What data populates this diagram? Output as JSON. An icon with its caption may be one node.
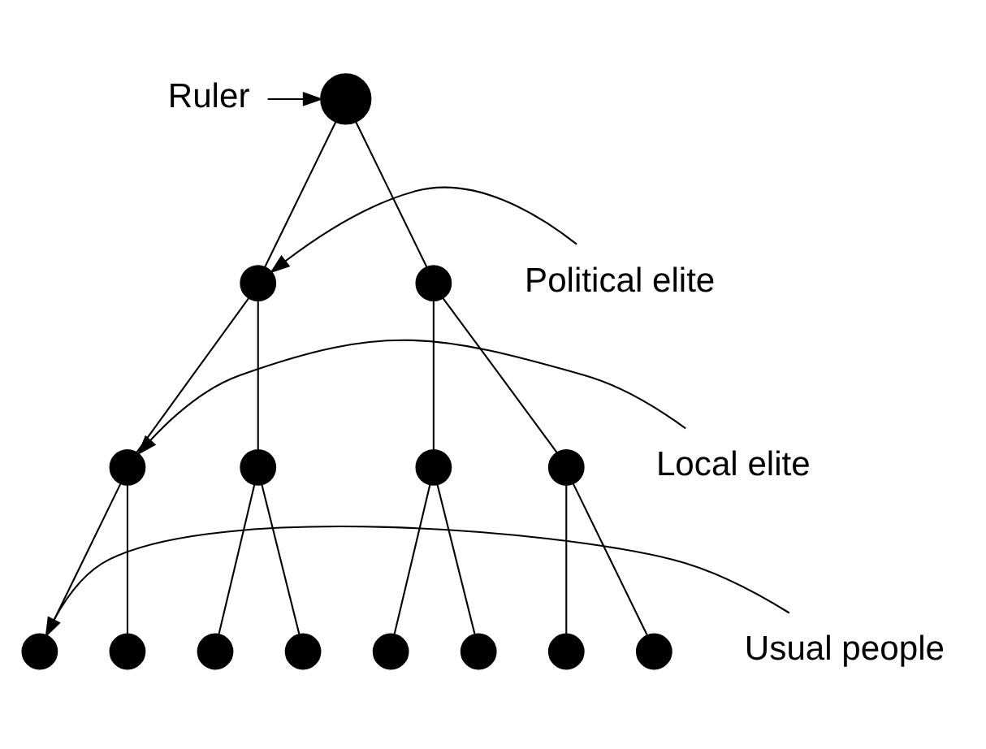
{
  "diagram": {
    "nodes": [
      {
        "text": [
          "Ruler"
        ]
      },
      {
        "text": [],
        "shape": "circle"
      },
      {
        "text": [
          "Political elite"
        ]
      },
      {
        "text": [],
        "shape": "circle"
      },
      {
        "text": [],
        "shape": "circle"
      },
      {
        "text": [
          "Local elite"
        ]
      },
      {
        "text": [],
        "shape": "circle"
      },
      {
        "text": [],
        "shape": "circle"
      },
      {
        "text": [],
        "shape": "circle"
      },
      {
        "text": [],
        "shape": "circle"
      },
      {
        "text": [
          "Usual people"
        ]
      },
      {
        "text": [],
        "shape": "circle"
      },
      {
        "text": [],
        "shape": "circle"
      },
      {
        "text": [],
        "shape": "circle"
      },
      {
        "text": [],
        "shape": "circle"
      },
      {
        "text": [],
        "shape": "circle"
      },
      {
        "text": [],
        "shape": "circle"
      },
      {
        "text": [],
        "shape": "circle"
      },
      {
        "text": [],
        "shape": "circle"
      }
    ],
    "edges": [
      {
        "from": 0,
        "to": 1,
        "arrow": "to"
      },
      {
        "from": 1,
        "to": 3,
        "arrow": "none"
      },
      {
        "from": 1,
        "to": 4,
        "arrow": "none"
      },
      {
        "from": 2,
        "to": 3,
        "arrow": "to"
      },
      {
        "from": 3,
        "to": 6,
        "arrow": "none"
      },
      {
        "from": 3,
        "to": 7,
        "arrow": "none"
      },
      {
        "from": 4,
        "to": 8,
        "arrow": "none"
      },
      {
        "from": 4,
        "to": 9,
        "arrow": "none"
      },
      {
        "from": 5,
        "to": 6,
        "arrow": "to"
      },
      {
        "from": 6,
        "to": 11,
        "arrow": "none"
      },
      {
        "from": 6,
        "to": 12,
        "arrow": "none"
      },
      {
        "from": 7,
        "to": 13,
        "arrow": "none"
      },
      {
        "from": 7,
        "to": 14,
        "arrow": "none"
      },
      {
        "from": 8,
        "to": 15,
        "arrow": "none"
      },
      {
        "from": 8,
        "to": 16,
        "arrow": "none"
      },
      {
        "from": 9,
        "to": 17,
        "arrow": "none"
      },
      {
        "from": 9,
        "to": 18,
        "arrow": "none"
      },
      {
        "from": 10,
        "to": 11,
        "arrow": "to"
      }
    ]
  }
}
